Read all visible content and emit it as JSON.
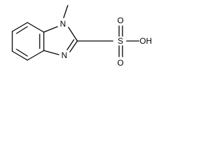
{
  "molecule": {
    "atoms": {
      "n1": "N",
      "n3": "N",
      "s": "S",
      "o_top": "O",
      "o_bottom": "O",
      "oh": "OH"
    }
  },
  "colors": {
    "bond": "#000000",
    "label": "#000000",
    "background": "#ffffff"
  }
}
